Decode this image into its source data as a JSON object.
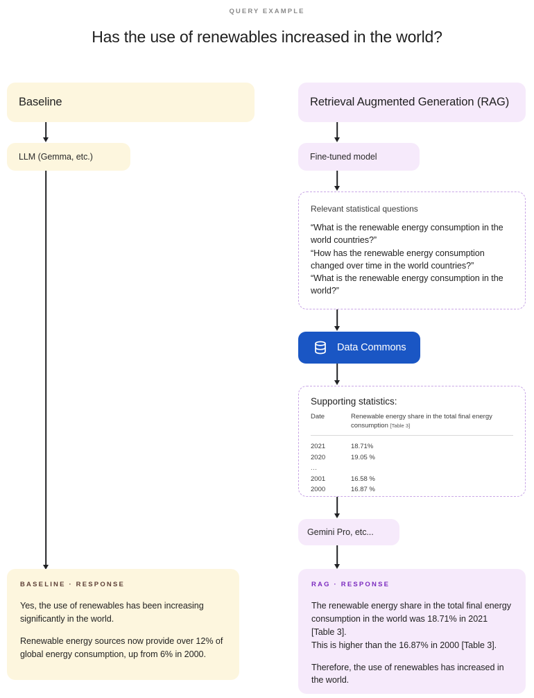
{
  "header": {
    "eyebrow": "QUERY EXAMPLE",
    "query": "Has the use of renewables increased in the world?"
  },
  "colors": {
    "yellow_bg": "#FDF6DE",
    "purple_bg": "#F6EAFB",
    "dashed_border": "#C9A6E6",
    "data_commons_blue": "#1A56C4",
    "baseline_label": "#5D4037",
    "rag_label": "#7B2BBF",
    "arrow": "#202124"
  },
  "baseline_column": {
    "title": "Baseline",
    "model_node": "LLM (Gemma, etc.)",
    "response": {
      "label": "BASELINE · RESPONSE",
      "paragraphs": [
        "Yes, the use of renewables has been increasing significantly in the world.",
        "Renewable energy sources now provide over 12% of global energy consumption, up from 6%  in 2000."
      ]
    }
  },
  "rag_column": {
    "title": "Retrieval Augmented Generation (RAG)",
    "fine_tuned_node": "Fine-tuned model",
    "questions_box": {
      "heading": "Relevant statistical questions",
      "items": [
        "“What is the renewable energy consumption in the world countries?”",
        "“How has the renewable energy consumption changed over time in the world countries?”",
        "“What is the renewable energy consumption in the world?”"
      ]
    },
    "data_commons": {
      "label": "Data Commons",
      "icon": "database-icon"
    },
    "stats_box": {
      "title": "Supporting statistics:",
      "columns": [
        "Date",
        "Renewable energy share in the total final energy consumption"
      ],
      "column_ref": "[Table 3]",
      "rows": [
        {
          "date": "2021",
          "value": "18.71%"
        },
        {
          "date": "2020",
          "value": "19.05 %"
        },
        {
          "date": "...",
          "value": ""
        },
        {
          "date": "2001",
          "value": "16.58 %"
        },
        {
          "date": "2000",
          "value": "16.87 %"
        }
      ]
    },
    "generator_node": "Gemini Pro, etc...",
    "response": {
      "label": "RAG · RESPONSE",
      "paragraphs": [
        "The renewable energy share in the total final energy consumption in the world was 18.71% in 2021 [Table 3].\nThis is higher than the 16.87% in 2000 [Table 3].",
        "Therefore, the use of renewables has increased in the world."
      ]
    }
  }
}
